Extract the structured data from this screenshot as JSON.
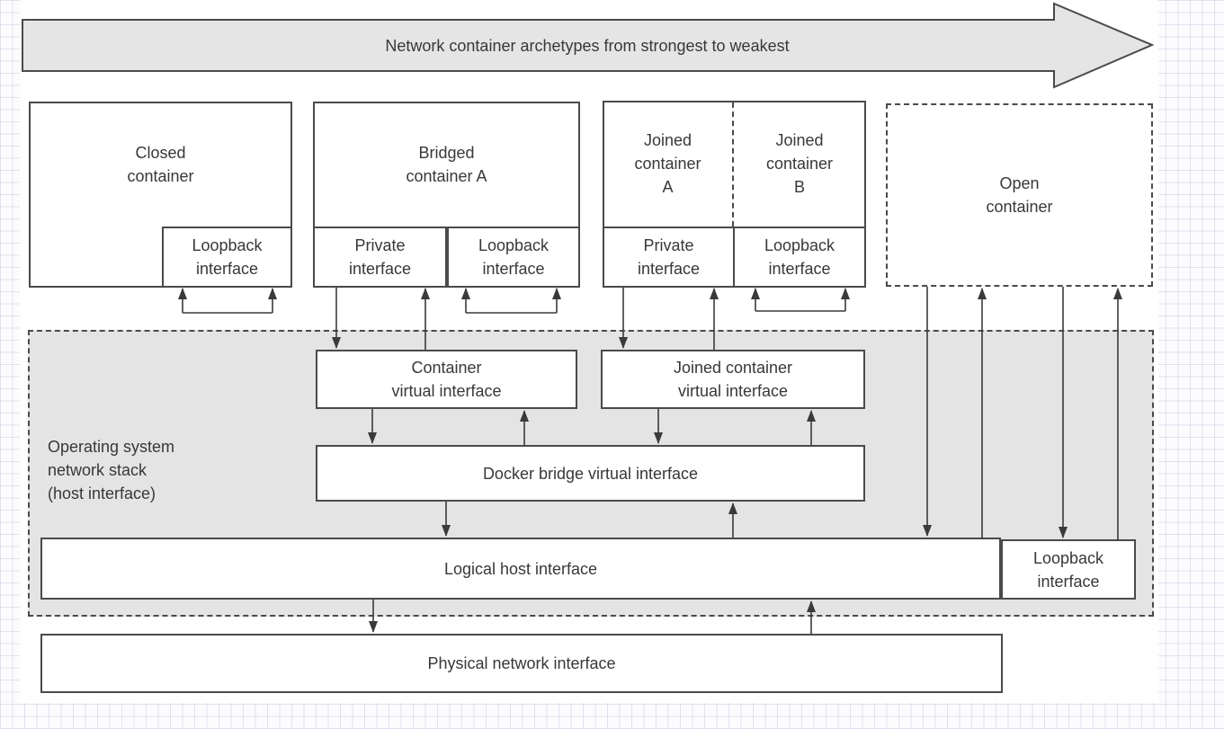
{
  "banner": {
    "label": "Network container archetypes from strongest to weakest"
  },
  "containers": {
    "closed": {
      "title": "Closed\ncontainer",
      "loopback": "Loopback\ninterface"
    },
    "bridged": {
      "title": "Bridged\ncontainer A",
      "private": "Private\ninterface",
      "loopback": "Loopback\ninterface"
    },
    "joined": {
      "title_a": "Joined\ncontainer\nA",
      "title_b": "Joined\ncontainer\nB",
      "private": "Private\ninterface",
      "loopback": "Loopback\ninterface"
    },
    "open": {
      "title": "Open\ncontainer"
    }
  },
  "os_stack": {
    "label": "Operating system\nnetwork stack\n(host interface)",
    "container_virtual": "Container\nvirtual interface",
    "joined_virtual": "Joined container\nvirtual interface",
    "docker_bridge": "Docker bridge virtual interface",
    "logical_host": "Logical host interface",
    "loopback": "Loopback\ninterface"
  },
  "physical": {
    "label": "Physical network interface"
  },
  "colors": {
    "box_border": "#4a4a4a",
    "connector_line": "#3a3a3a",
    "gray_fill": "#e4e4e4",
    "text": "#383838",
    "grid": "#c8cde4"
  }
}
